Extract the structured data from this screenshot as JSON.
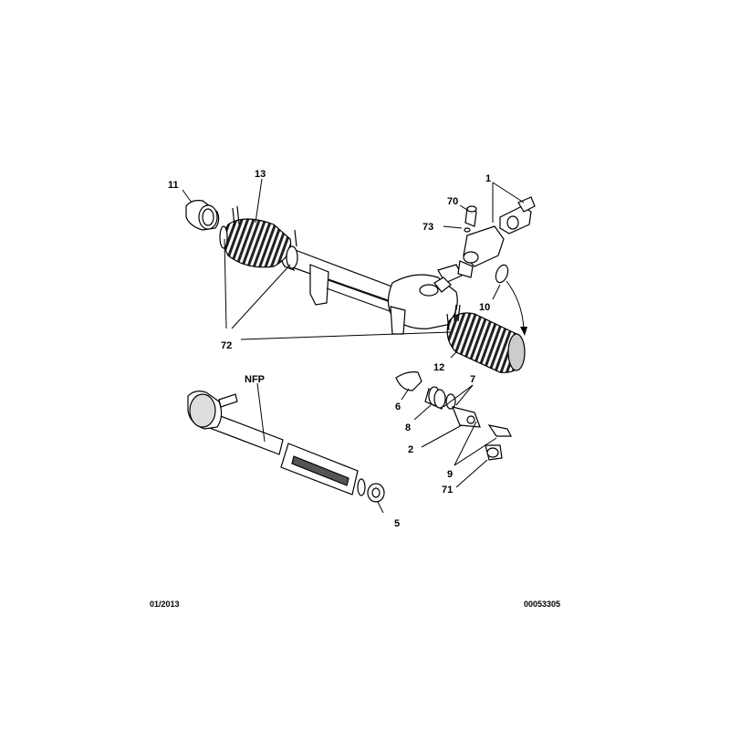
{
  "callouts": {
    "c1": "1",
    "c2": "2",
    "c5": "5",
    "c6": "6",
    "c7": "7",
    "c8": "8",
    "c9": "9",
    "c10": "10",
    "c11": "11",
    "c12": "12",
    "c13": "13",
    "c70": "70",
    "c71": "71",
    "c72": "72",
    "c73": "73",
    "cNFP": "NFP"
  },
  "footer": {
    "date": "01/2013",
    "reference": "00053305"
  }
}
